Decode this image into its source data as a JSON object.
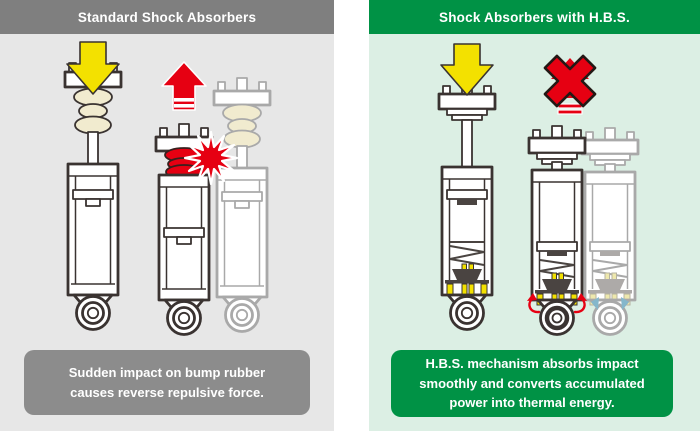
{
  "panels": {
    "standard": {
      "title": "Standard Shock Absorbers",
      "caption_lines": [
        "Sudden impact on bump rubber",
        "causes reverse repulsive force."
      ],
      "colors": {
        "header_bg": "#7f7f7f",
        "panel_bg": "#e7e7e7",
        "caption_bg": "#8c8c8c",
        "text": "#ffffff"
      }
    },
    "hbs": {
      "title": "Shock Absorbers with H.B.S.",
      "caption_lines": [
        "H.B.S. mechanism absorbs impact",
        "smoothly and converts accumulated",
        "power into thermal energy."
      ],
      "colors": {
        "header_bg": "#009245",
        "panel_bg": "#dcefe4",
        "caption_bg": "#009245",
        "text": "#ffffff"
      }
    }
  },
  "icons": {
    "impact_down_arrow": {
      "name": "impact-down-arrow",
      "color": "#f3e100"
    },
    "rebound_up_arrow": {
      "name": "rebound-up-arrow",
      "color": "#e60012"
    },
    "impact_burst": {
      "name": "impact-burst",
      "color": "#e60012"
    },
    "no_rebound_cross": {
      "name": "no-rebound-cross",
      "color": "#e60012"
    },
    "heat_release_arrows": {
      "name": "heat-release-arrows",
      "color": "#e60012"
    },
    "cooling_arrows": {
      "name": "cooling-arrows",
      "color": "#85b7cb"
    }
  },
  "artwork": {
    "outline_color": "#3a3331",
    "faded_outline_color": "#a9a9a9",
    "bump_rubber_color": "#f1ebcf",
    "compressed_bump_color": "#e60012",
    "hbs_mechanism_yellow": "#f3e100"
  }
}
